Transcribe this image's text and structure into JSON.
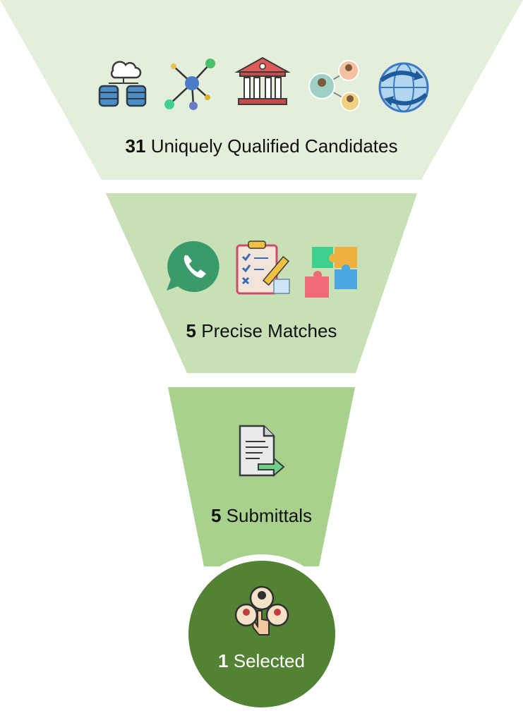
{
  "colors": {
    "stage1": "#e3efdb",
    "stage2": "#c7e0b6",
    "stage3": "#a9d18e",
    "selected": "#548235",
    "text": "#111111",
    "text_on_dark": "#ffffff"
  },
  "stages": [
    {
      "count": "31",
      "label": "Uniquely Qualified Candidates",
      "icons": [
        "cloud-database-icon",
        "network-hub-icon",
        "bank-building-icon",
        "people-connections-icon",
        "globe-sync-icon"
      ]
    },
    {
      "count": "5",
      "label": "Precise Matches",
      "icons": [
        "whatsapp-phone-icon",
        "clipboard-checklist-icon",
        "puzzle-icon"
      ]
    },
    {
      "count": "5",
      "label": "Submittals",
      "icons": [
        "document-send-icon"
      ]
    },
    {
      "count": "1",
      "label": "Selected",
      "icons": [
        "candidate-select-icon"
      ]
    }
  ]
}
